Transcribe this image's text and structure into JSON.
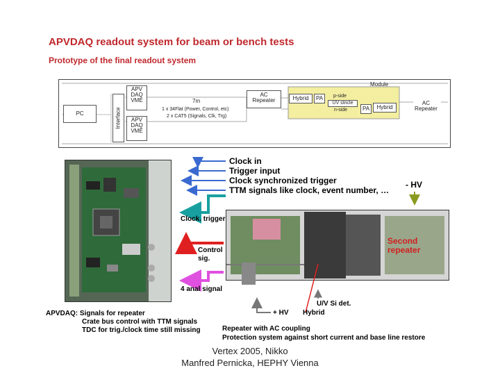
{
  "title": "APVDAQ readout system for beam or bench tests",
  "subtitle": "Prototype of the final readout system",
  "schematic": {
    "pc": "PC",
    "interface": "Interface",
    "apv1": "APV\nDAQ\nVME",
    "apv2": "APV\nDAQ\nVME",
    "cable_len": "7m",
    "cable1": "1 x 34Flat (Power, Control, etc)",
    "cable2": "2 x CAT5 (Signals, Clk, Trg)",
    "ac_repeater_left": "AC\nRepeater",
    "module": "Module",
    "hybrid1": "Hybrid",
    "pa1": "PA",
    "p_side": "p-side",
    "uv_stricle": "UV stricle",
    "n_side": "n-side",
    "pa2": "PA",
    "hybrid2": "Hybrid",
    "ac_repeater_right": "AC\nRepeater"
  },
  "signals": {
    "clock_in": "Clock in",
    "trigger_input": "Trigger input",
    "clock_sync": "Clock synchronized trigger",
    "ttm": "TTM signals like clock, event number, …",
    "minus_hv": "- HV",
    "clock_trigger": "Clock. trigger",
    "control_sig": "Control\nsig.",
    "analog": "4 anal signal",
    "second_repeater": "Second\nrepeater",
    "plus_hv": "+ HV",
    "uv_si_det": "U/V Si det.",
    "hybrid": "Hybrid"
  },
  "notes": {
    "apvdaq_head": "APVDAQ: Signals for repeater",
    "apvdaq_line2": "Crate bus control with TTM signals",
    "apvdaq_line3": "TDC for trig./clock time still missing",
    "repeater_line1": "Repeater  with AC coupling",
    "repeater_line2": "Protection system against  short current and base line restore"
  },
  "footer": {
    "line1": "Vertex 2005, Nikko",
    "line2": "Manfred Pernicka, HEPHY Vienna"
  },
  "colors": {
    "title": "#c0282d",
    "blue_arrow": "#3a6ad0",
    "teal_arrow": "#18a0a0",
    "red_arrow": "#e02020",
    "pink_arrow": "#e050e0",
    "olive_arrow": "#8a9a20",
    "module_fill": "#f3eea0"
  }
}
